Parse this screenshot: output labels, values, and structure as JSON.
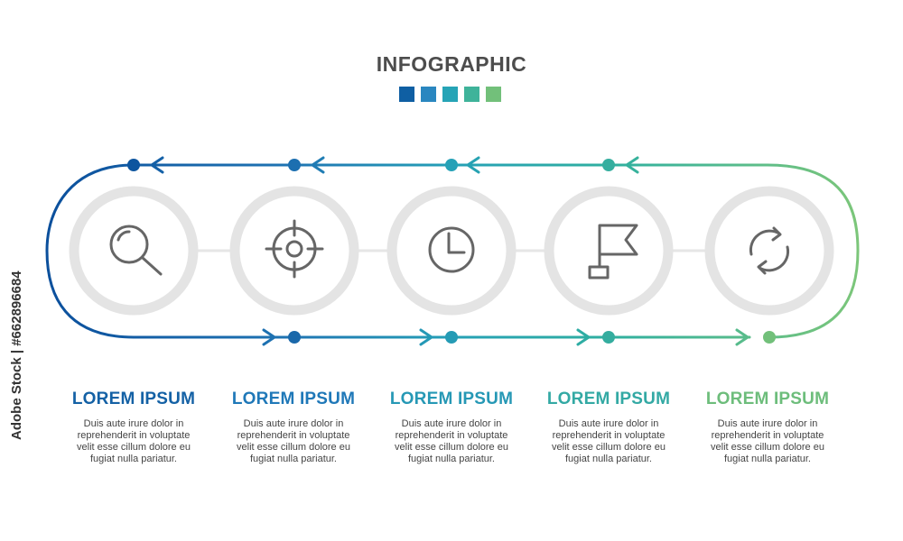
{
  "title": "INFOGRAPHIC",
  "side_credit": "Adobe Stock | #662896684",
  "swatch_colors": [
    "#0f5fa3",
    "#2a87c0",
    "#26a4b6",
    "#3fb39a",
    "#72c07a"
  ],
  "steps": [
    {
      "title": "LOREM IPSUM",
      "color": "#1461a5",
      "icon": "search-icon",
      "desc": [
        "Duis aute irure dolor in",
        "reprehenderit in voluptate",
        "velit esse cillum dolore eu",
        "fugiat nulla pariatur."
      ]
    },
    {
      "title": "LOREM IPSUM",
      "color": "#1f78b8",
      "icon": "target-icon",
      "desc": [
        "Duis aute irure dolor in",
        "reprehenderit in voluptate",
        "velit esse cillum dolore eu",
        "fugiat nulla pariatur."
      ]
    },
    {
      "title": "LOREM IPSUM",
      "color": "#2698b5",
      "icon": "clock-icon",
      "desc": [
        "Duis aute irure dolor in",
        "reprehenderit in voluptate",
        "velit esse cillum dolore eu",
        "fugiat nulla pariatur."
      ]
    },
    {
      "title": "LOREM IPSUM",
      "color": "#33a9a4",
      "icon": "flag-icon",
      "desc": [
        "Duis aute irure dolor in",
        "reprehenderit in voluptate",
        "velit esse cillum dolore eu",
        "fugiat nulla pariatur."
      ]
    },
    {
      "title": "LOREM IPSUM",
      "color": "#6dbd7b",
      "icon": "refresh-icon",
      "desc": [
        "Duis aute irure dolor in",
        "reprehenderit in voluptate",
        "velit esse cillum dolore eu",
        "fugiat nulla pariatur."
      ]
    }
  ]
}
